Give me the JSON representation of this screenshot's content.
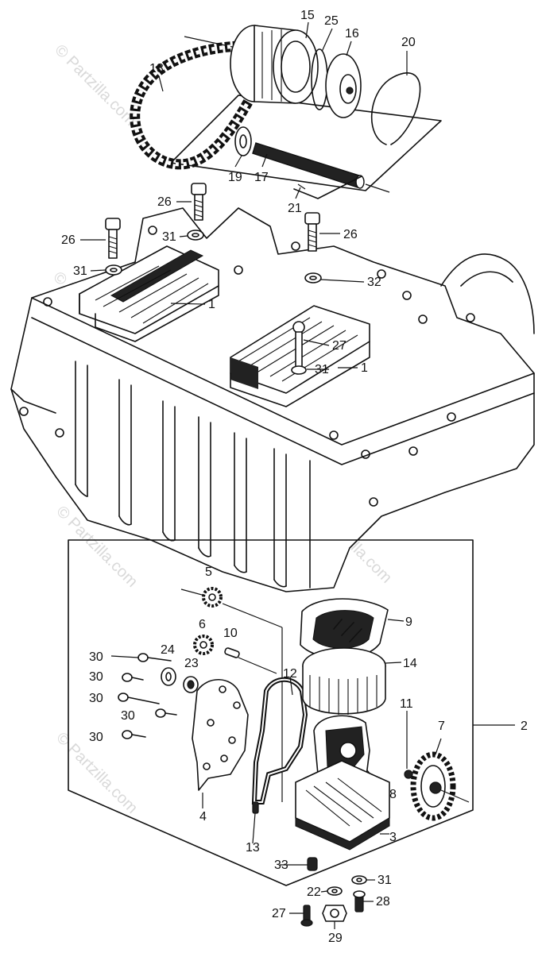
{
  "watermark": {
    "text": "© Partzilla.com"
  },
  "callouts": [
    {
      "id": "c15",
      "label": "15"
    },
    {
      "id": "c25",
      "label": "25"
    },
    {
      "id": "c16",
      "label": "16"
    },
    {
      "id": "c20",
      "label": "20"
    },
    {
      "id": "c18",
      "label": "18"
    },
    {
      "id": "c19",
      "label": "19"
    },
    {
      "id": "c17",
      "label": "17"
    },
    {
      "id": "c21",
      "label": "21"
    },
    {
      "id": "c26a",
      "label": "26"
    },
    {
      "id": "c26b",
      "label": "26"
    },
    {
      "id": "c26c",
      "label": "26"
    },
    {
      "id": "c31a",
      "label": "31"
    },
    {
      "id": "c31b",
      "label": "31"
    },
    {
      "id": "c32",
      "label": "32"
    },
    {
      "id": "c1a",
      "label": "1"
    },
    {
      "id": "c27a",
      "label": "27"
    },
    {
      "id": "c31c",
      "label": "31"
    },
    {
      "id": "c1b",
      "label": "1"
    },
    {
      "id": "c5",
      "label": "5"
    },
    {
      "id": "c9",
      "label": "9"
    },
    {
      "id": "c6",
      "label": "6"
    },
    {
      "id": "c10",
      "label": "10"
    },
    {
      "id": "c30a",
      "label": "30"
    },
    {
      "id": "c24",
      "label": "24"
    },
    {
      "id": "c14",
      "label": "14"
    },
    {
      "id": "c23",
      "label": "23"
    },
    {
      "id": "c30b",
      "label": "30"
    },
    {
      "id": "c12",
      "label": "12"
    },
    {
      "id": "c30c",
      "label": "30"
    },
    {
      "id": "c11",
      "label": "11"
    },
    {
      "id": "c30d",
      "label": "30"
    },
    {
      "id": "c7",
      "label": "7"
    },
    {
      "id": "c2",
      "label": "2"
    },
    {
      "id": "c30e",
      "label": "30"
    },
    {
      "id": "c8",
      "label": "8"
    },
    {
      "id": "c4",
      "label": "4"
    },
    {
      "id": "c3",
      "label": "3"
    },
    {
      "id": "c13",
      "label": "13"
    },
    {
      "id": "c33",
      "label": "33"
    },
    {
      "id": "c22",
      "label": "22"
    },
    {
      "id": "c31d",
      "label": "31"
    },
    {
      "id": "c28",
      "label": "28"
    },
    {
      "id": "c27b",
      "label": "27"
    },
    {
      "id": "c29",
      "label": "29"
    }
  ]
}
